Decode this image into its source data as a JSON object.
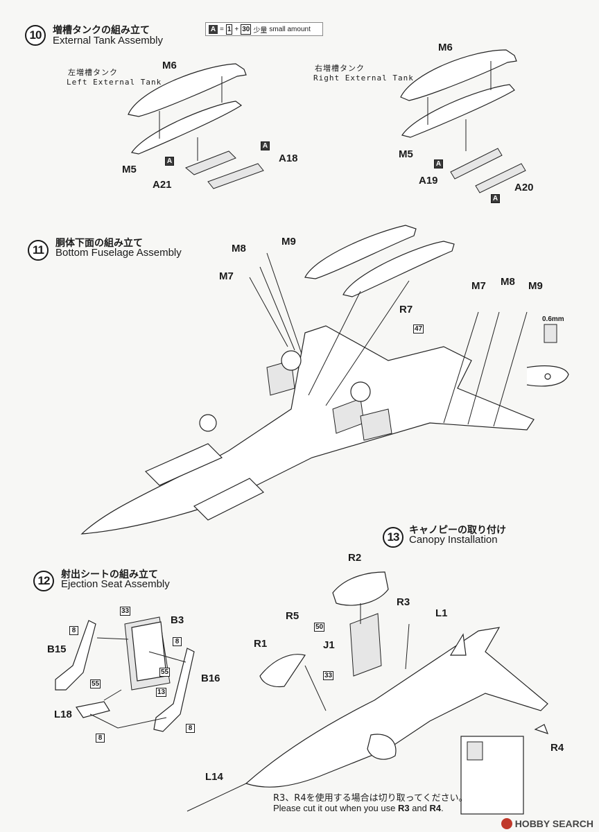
{
  "steps": {
    "s10": {
      "num": "10",
      "jp": "増槽タンクの組み立て",
      "en": "External Tank Assembly"
    },
    "s11": {
      "num": "11",
      "jp": "胴体下面の組み立て",
      "en": "Bottom Fuselage Assembly"
    },
    "s12": {
      "num": "12",
      "jp": "射出シートの組み立て",
      "en": "Ejection Seat Assembly"
    },
    "s13": {
      "num": "13",
      "jp": "キャノピーの取り付け",
      "en": "Canopy Installation"
    }
  },
  "legend": {
    "a": "A",
    "eq": "=",
    "n1": "1",
    "plus": "+",
    "n30": "30",
    "jp": "少量",
    "en": "small amount"
  },
  "tanks": {
    "left_jp": "左増槽タンク",
    "left_en": "Left External Tank",
    "right_jp": "右増槽タンク",
    "right_en": "Right External Tank"
  },
  "parts": {
    "m6_left": "M6",
    "m5_left": "M5",
    "a18": "A18",
    "a21": "A21",
    "m6_right": "M6",
    "m5_right": "M5",
    "a19": "A19",
    "a20": "A20",
    "m8_a": "M8",
    "m9_a": "M9",
    "m7_a": "M7",
    "m7_b": "M7",
    "m8_b": "M8",
    "m9_b": "M9",
    "r7": "R7",
    "drill": "0.6mm",
    "b3": "B3",
    "b15": "B15",
    "b16": "B16",
    "l18": "L18",
    "r2": "R2",
    "r3": "R3",
    "l1": "L1",
    "r5": "R5",
    "j1": "J1",
    "r1": "R1",
    "r4": "R4",
    "l14": "L14"
  },
  "colors": {
    "c_a1": "A",
    "c_a2": "A",
    "c_a3": "A",
    "c_a4": "A",
    "c47": "47",
    "c33a": "33",
    "c8a": "8",
    "c55a": "55",
    "c13": "13",
    "c8b": "8",
    "c55b": "55",
    "c8c": "8",
    "c8d": "8",
    "c50": "50",
    "c33b": "33"
  },
  "note": {
    "jp": "R3、R4を使用する場合は切り取ってください。",
    "en_prefix": "Please cut it out when you use ",
    "en_r3": "R3",
    "en_and": " and ",
    "en_r4": "R4",
    "en_end": "."
  },
  "watermark": {
    "text": "HOBBY SEARCH"
  }
}
